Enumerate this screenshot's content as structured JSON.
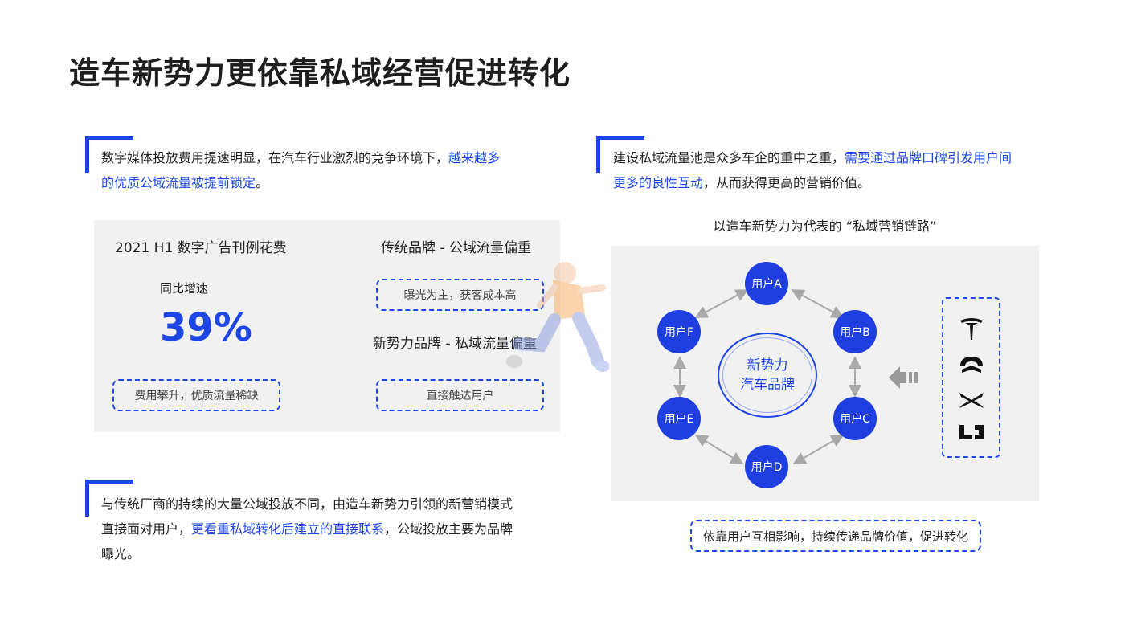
{
  "title": "造车新势力更依靠私域经营促进转化",
  "left_top_para": {
    "line1_plain": "数字媒体投放费用提速明显，在汽车行业激烈的竞争环境下，",
    "line1_hl": "越来越多",
    "line2_hl": "的优质公域流量被提前锁定",
    "line2_plain": "。"
  },
  "stats_panel": {
    "heading": "2021 H1 数字广告刊例花费",
    "growth_label": "同比增速",
    "growth_value": "39%",
    "cost_box": "费用攀升，优质流量稀缺",
    "traditional_heading": "传统品牌 - 公域流量偏重",
    "traditional_box": "曝光为主，获客成本高",
    "new_heading": "新势力品牌 - 私域流量偏重",
    "new_box": "直接触达用户"
  },
  "left_bottom_para": {
    "line1": "与传统厂商的持续的大量公域投放不同，由造车新势力引领的新营销模式",
    "line2_plain_a": "直接面对用户，",
    "line2_hl": "更看重私域转化后建立的直接联系",
    "line2_plain_b": "，公域投放主要为品牌",
    "line3": "曝光。"
  },
  "right_top_para": {
    "line1_plain": "建设私域流量池是众多车企的重中之重，",
    "line1_hl": "需要通过品牌口碑引发用户间",
    "line2_hl": "更多的良性互动",
    "line2_plain": "，从而获得更高的营销价值。"
  },
  "diagram": {
    "caption": "以造车新势力为代表的 “私域营销链路”",
    "center_line1": "新势力",
    "center_line2": "汽车品牌",
    "nodes": [
      "用户A",
      "用户B",
      "用户C",
      "用户D",
      "用户E",
      "用户F"
    ],
    "brand_logos": [
      "tesla-logo",
      "nio-logo",
      "xpeng-logo",
      "li-auto-logo"
    ],
    "footer_box": "依靠用户互相影响，持续传递品牌价值，促进转化"
  },
  "colors": {
    "accent": "#1e46e6",
    "node": "#1e3ee0",
    "panel": "#f1f1f1",
    "arrow": "#a9a9a9"
  }
}
